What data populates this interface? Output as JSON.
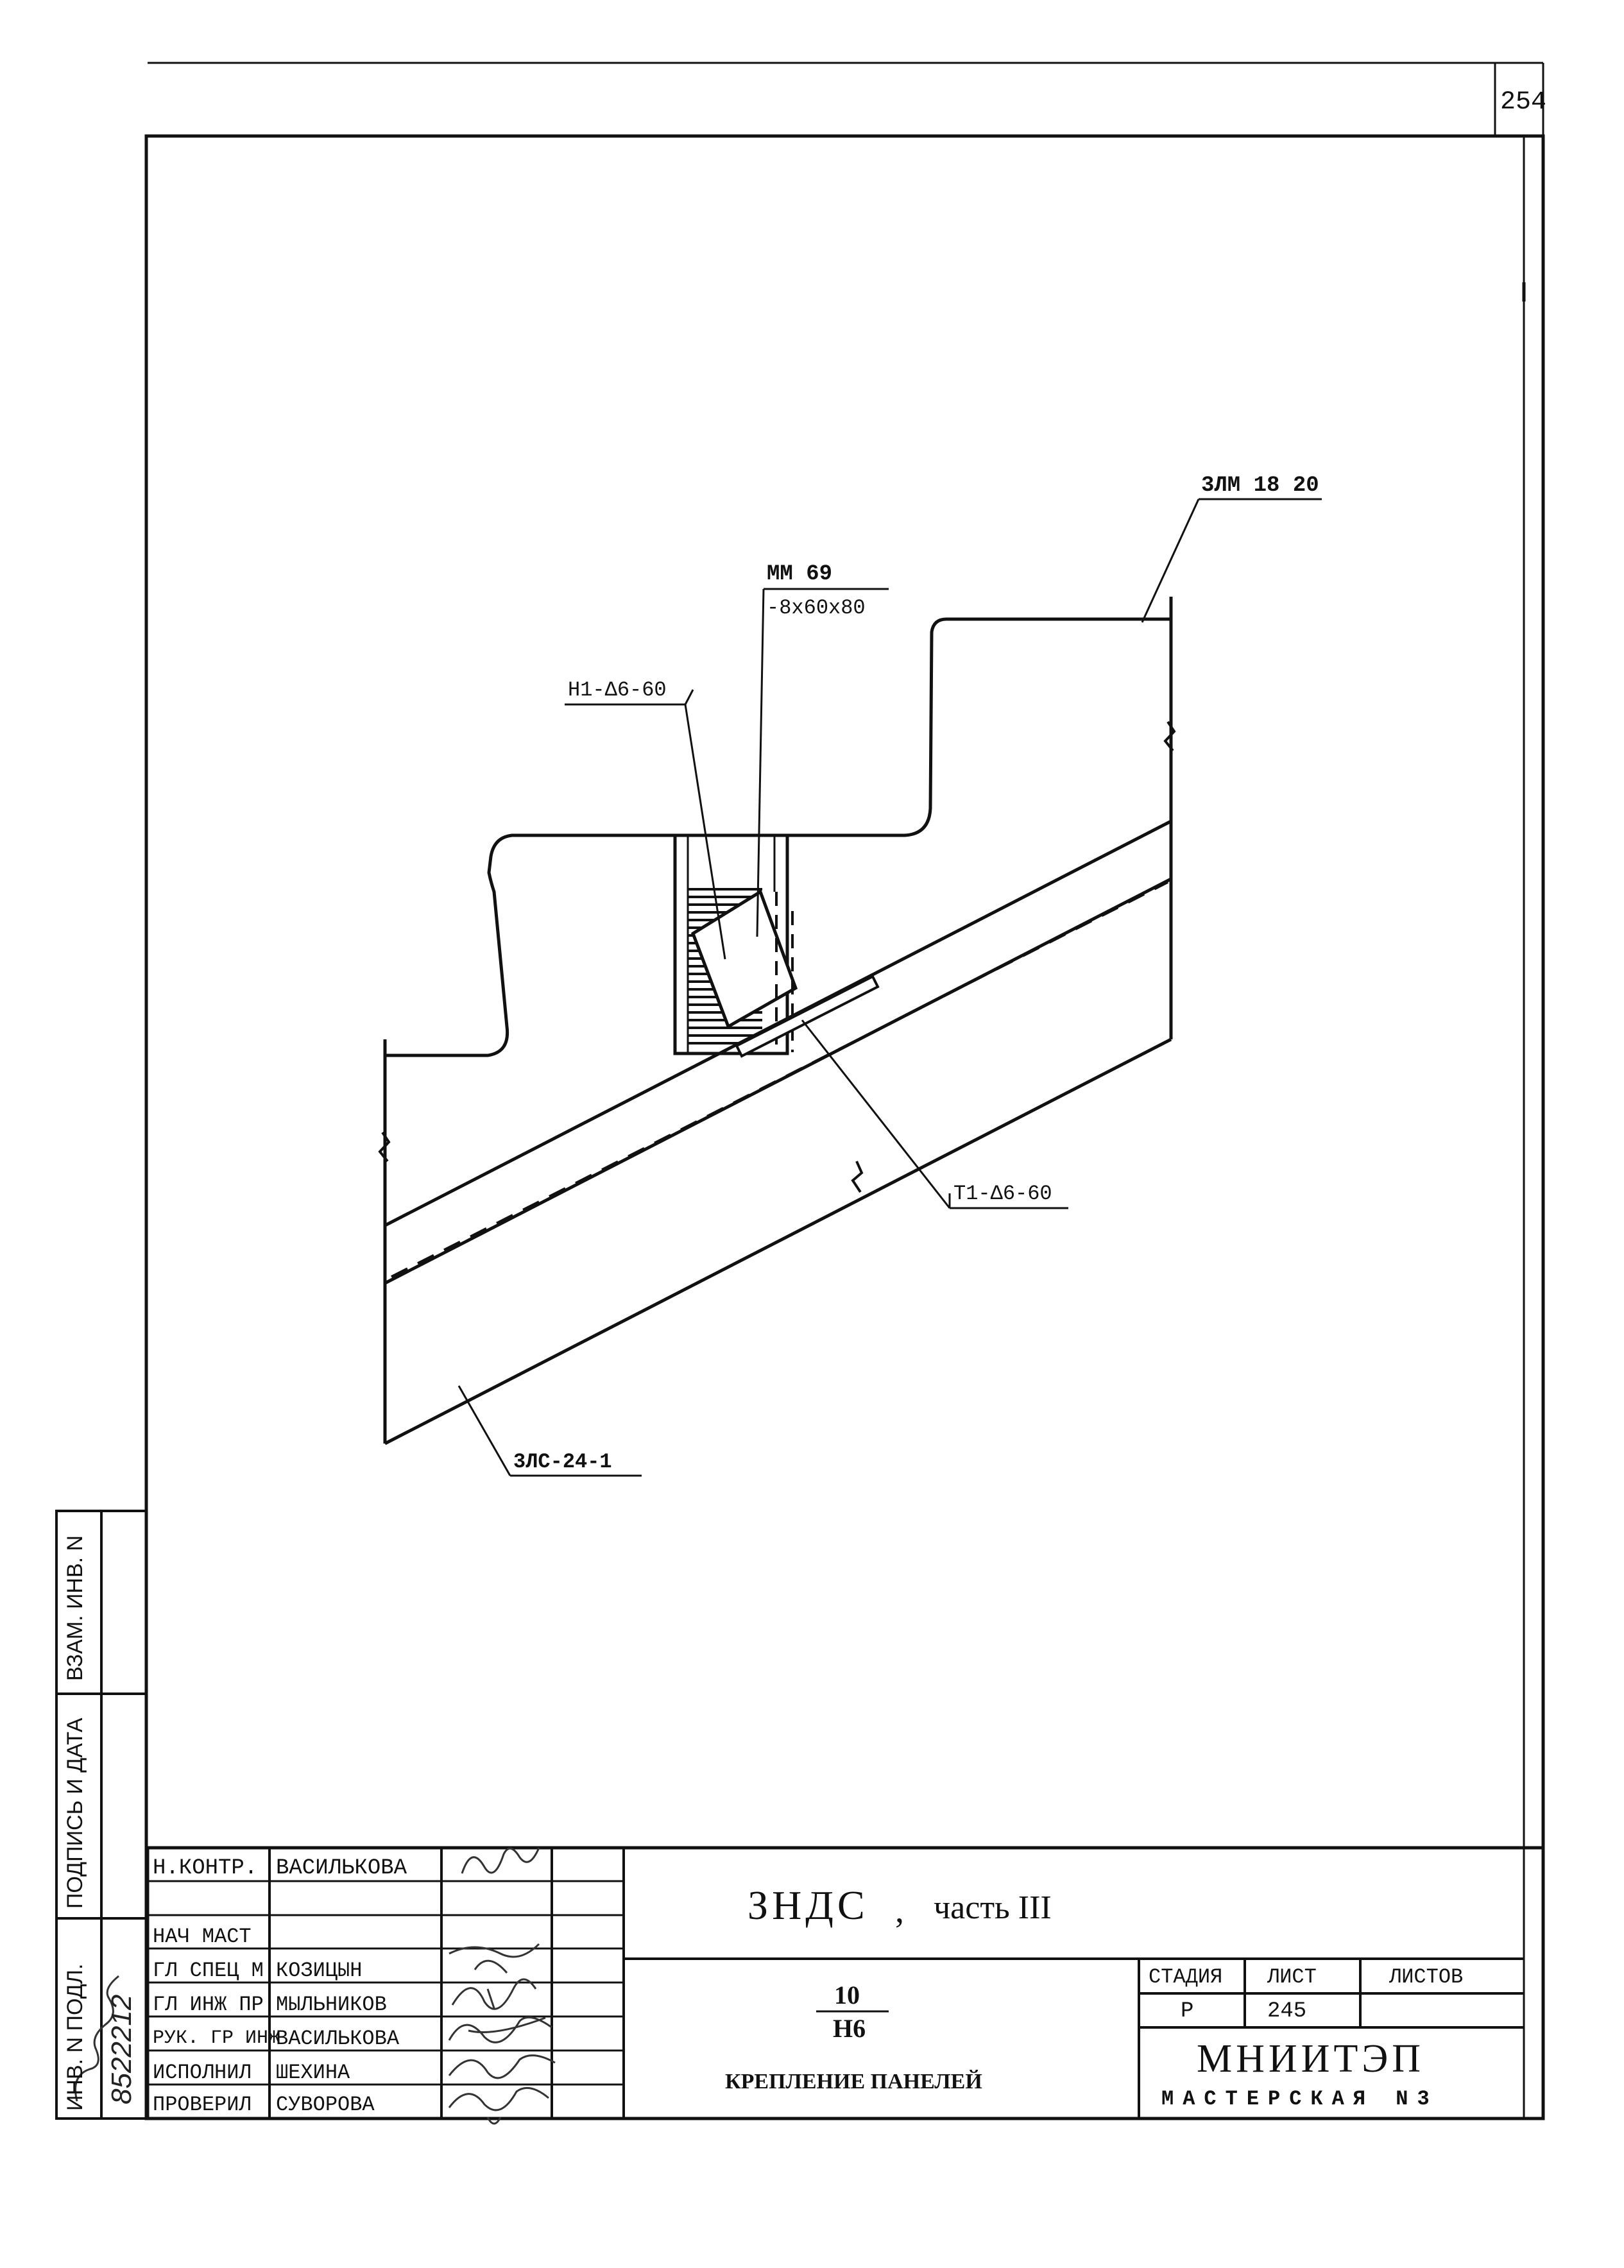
{
  "sheet": {
    "page_number": "254"
  },
  "drawing": {
    "labels": {
      "zlm": "3ЛМ 18 20",
      "mm_part": "ММ 69",
      "mm_size": "-8х60х80",
      "h1": "Н1-Δ6-60",
      "t1": "Т1-Δ6-60",
      "zls": "3ЛС-24-1"
    }
  },
  "side_stamp": {
    "inv_podl": "ИНВ. N ПОДЛ.",
    "podpis_data": "ПОДПИСЬ И ДАТА",
    "vzam_inv": "ВЗАМ. ИНВ. N",
    "inv_number_handwritten": "8522212"
  },
  "title_block": {
    "roles": [
      {
        "role": "Н.КОНТР.",
        "name": "ВАСИЛЬКОВА",
        "signature": "Вас"
      },
      {
        "role": "",
        "name": "",
        "signature": ""
      },
      {
        "role": "НАЧ МАСТ",
        "name": "",
        "signature": ""
      },
      {
        "role": "ГЛ СПЕЦ М",
        "name": "КОЗИЦЫН",
        "signature": "Коз"
      },
      {
        "role": "ГЛ ИНЖ ПР",
        "name": "МЫЛЬНИКОВ",
        "signature": "Мыл"
      },
      {
        "role": "РУК. ГР ИНЖ",
        "name": "ВАСИЛЬКОВА",
        "signature": "Вас"
      },
      {
        "role": "ИСПОЛНИЛ",
        "name": "ШЕХИНА",
        "signature": "Шех"
      },
      {
        "role": "ПРОВЕРИЛ",
        "name": "СУВОРОВА",
        "signature": "Сув"
      }
    ],
    "project_title": "ЗНДС",
    "project_part": "часть III",
    "drawing_node": "10",
    "drawing_code": "Н6",
    "drawing_name": "КРЕПЛЕНИЕ ПАНЕЛЕЙ",
    "stage_header": "СТАДИЯ",
    "sheet_header": "ЛИСТ",
    "sheets_header": "ЛИСТОВ",
    "stage_value": "Р",
    "sheet_value": "245",
    "sheets_value": "",
    "organization": "МНИИТЭП",
    "workshop": "МАСТЕРСКАЯ N3"
  }
}
